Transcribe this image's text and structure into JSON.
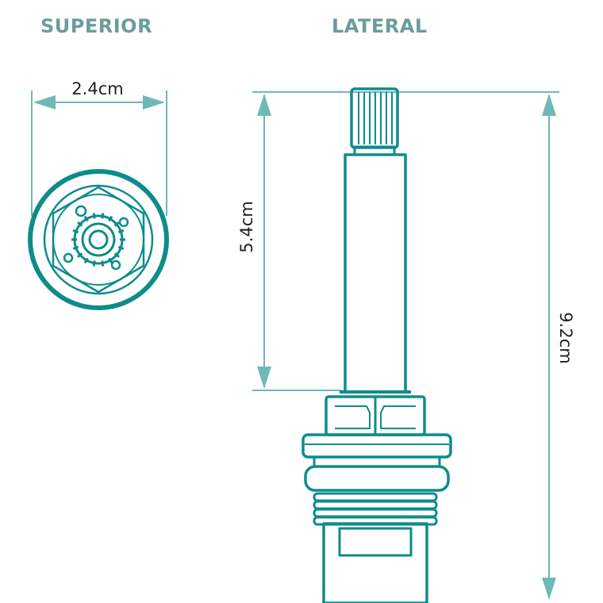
{
  "headings": {
    "superior": "SUPERIOR",
    "lateral": "LATERAL"
  },
  "dimensions": {
    "width": "2.4cm",
    "stem_height": "5.4cm",
    "total_height": "9.2cm"
  },
  "colors": {
    "primary_line": "#0e8c8c",
    "dimension_line": "#6fb8b8",
    "heading_text": "#6b9c9c",
    "label_text": "#222222"
  }
}
